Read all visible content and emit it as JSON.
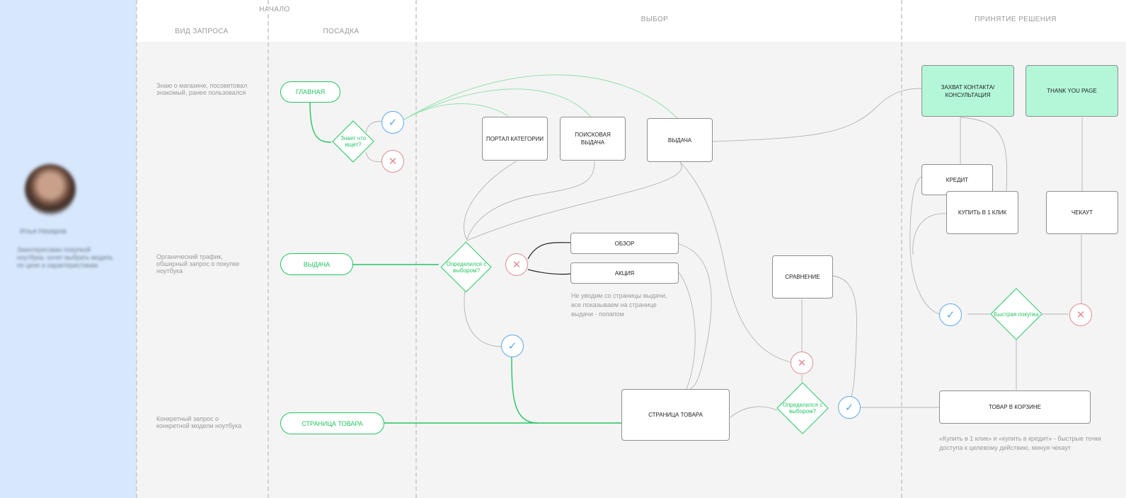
{
  "persona": {
    "name": "Илья Назаров",
    "description": "Заинтересован покупкой ноутбука, хочет выбрать модель по цене и характеристикам"
  },
  "header": {
    "group_start": "НАЧАЛО",
    "col_request_type": "ВИД ЗАПРОСА",
    "col_landing": "ПОСАДКА",
    "col_choice": "ВЫБОР",
    "col_decision": "ПРИНЯТИЕ РЕШЕНИЯ"
  },
  "rows": [
    {
      "label": "Знаю о магазине, посоветовал знакомый, ранее пользовался",
      "landing": "ГЛАВНАЯ"
    },
    {
      "label": "Органический трафик, обширный запрос о покупке ноутбука",
      "landing": "ВЫДАЧА"
    },
    {
      "label": "Конкретный запрос о конкретной модели ноутбука",
      "landing": "СТРАНИЦА ТОВАРА"
    }
  ],
  "decisions": {
    "knows": "Знает что ищет?",
    "decided_1": "Определился с выбором?",
    "decided_2": "Определился с выбором?",
    "quick_buy": "Быстрая покупка"
  },
  "boxes": {
    "category_portal": "ПОРТАЛ КАТЕГОРИИ",
    "search_results": "ПОИСКОВАЯ ВЫДАЧА",
    "listing": "ВЫДАЧА",
    "review": "ОБЗОР",
    "promo": "АКЦИЯ",
    "compare": "СРАВНЕНИЕ",
    "product_page": "СТРАНИЦА ТОВАРА",
    "lead_capture": "ЗАХВАТ КОНТАКТА/ КОНСУЛЬТАЦИЯ",
    "thank_you": "THANK YOU PAGE",
    "credit": "КРЕДИТ",
    "buy_one_click": "КУПИТЬ В 1 КЛИК",
    "checkout": "ЧЕКАУТ",
    "in_cart": "ТОВАР В КОРЗИНЕ"
  },
  "notes": {
    "popup": "Не уводим со страницы выдачи, все показываем на странице выдачи - попапом",
    "shortcuts": "«Купить в 1 клик» и «купить в кредит» - быстрые точки доступа к целевому действию, минуя чекаут"
  },
  "icons": {
    "yes": "check-icon",
    "no": "cross-icon"
  },
  "colors": {
    "accent_green": "#24c561",
    "positive_blue": "#5ca8ea",
    "negative_red": "#e08c94",
    "target_fill": "#b3f7d8",
    "persona_bg": "#d7e7fc"
  }
}
